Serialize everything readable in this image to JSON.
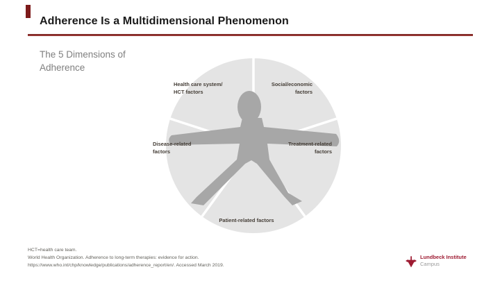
{
  "slide": {
    "title": "Adherence Is a Multidimensional Phenomenon",
    "subtitle": "The 5 Dimensions of\nAdherence"
  },
  "diagram": {
    "type": "circular-5-segment",
    "center_figure": "human-silhouette",
    "segments": [
      {
        "id": "health-care",
        "position": "top-left",
        "label": "Health care system/\nHCT factors"
      },
      {
        "id": "social-economic",
        "position": "top-right",
        "label": "Social/economic\nfactors"
      },
      {
        "id": "treatment-related",
        "position": "right",
        "label": "Treatment-related\nfactors"
      },
      {
        "id": "patient-related",
        "position": "bottom",
        "label": "Patient-related factors"
      },
      {
        "id": "disease-related",
        "position": "left",
        "label": "Disease-related\nfactors"
      }
    ]
  },
  "footer": {
    "notes": [
      "HCT=health care team.",
      "World Health Organization. Adherence to long-term therapies: evidence for action.",
      "https://www.who.int/chp/knowledge/publications/adherence_report/en/. Accessed March 2019."
    ]
  },
  "logo": {
    "title": "Lundbeck Institute",
    "subtitle": "Campus"
  },
  "colors": {
    "accent_rule_red": "#943431",
    "accent_mark_red": "#7d1b1b",
    "logo_red": "#9e1b32",
    "circle_gray": "#e4e4e4",
    "figure_gray": "#a7a7a7",
    "subtitle_gray": "#7f7f7f",
    "label_brown_gray": "#453e37"
  }
}
